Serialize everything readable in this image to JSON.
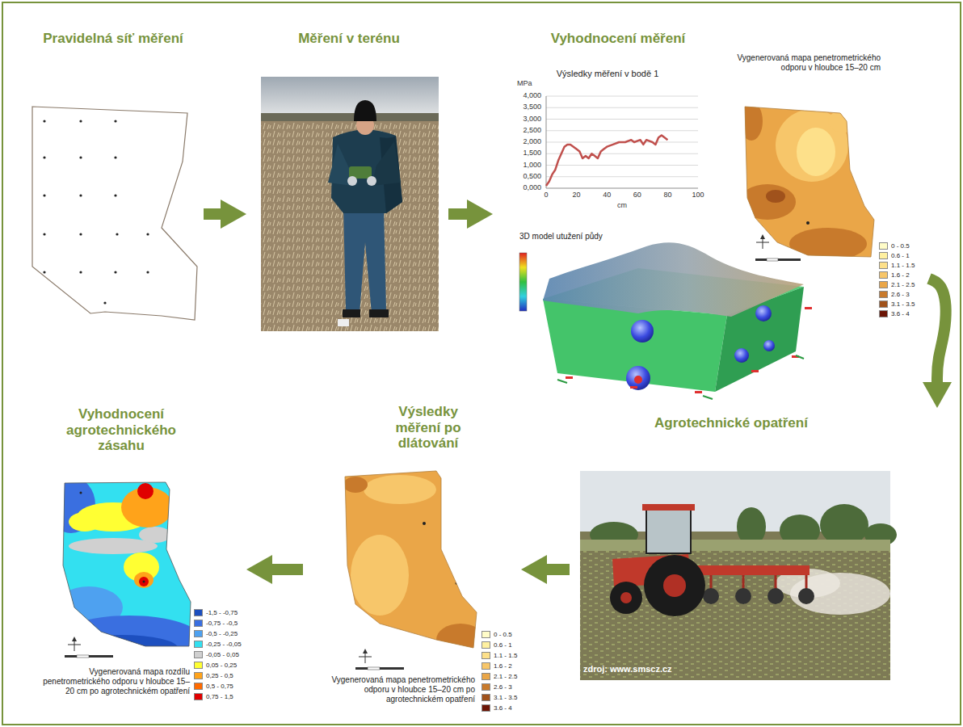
{
  "diagram": {
    "nodes": [
      {
        "text": [
          "Pravidelná síť měření"
        ]
      },
      {
        "text": [
          "Měření v terénu"
        ]
      },
      {
        "text": [
          "Vyhodnocení měření"
        ]
      },
      {
        "text": [
          "Agrotechnické opatření"
        ]
      },
      {
        "text": [
          "Výsledky měření po dlátování",
          "Vygenerovaná mapa penetrometrického odporu v hloubce 15–20 cm po agrotechnickém opatření"
        ]
      },
      {
        "text": [
          "Vyhodnocení agrotechnického zásahu",
          "Vygenerovaná mapa rozdílu penetrometrického odporu v hloubce 15–20 cm po agrotechnickém opatření"
        ]
      }
    ],
    "edges": [
      {
        "from": 0,
        "to": 1,
        "arrow": "to"
      },
      {
        "from": 1,
        "to": 2,
        "arrow": "to"
      },
      {
        "from": 2,
        "to": 3,
        "arrow": "to"
      },
      {
        "from": 3,
        "to": 4,
        "arrow": "to"
      },
      {
        "from": 4,
        "to": 5,
        "arrow": "to"
      }
    ],
    "labels": [
      "Výsledky měření v bodě 1",
      "MPa",
      "4,000",
      "3,500",
      "3,000",
      "2,500",
      "2,000",
      "1,500",
      "1,000",
      "0,500",
      "0,000",
      "0",
      "20",
      "40",
      "60",
      "80",
      "100",
      "cm",
      "Vygenerovaná mapa penetrometrického odporu v hloubce 15–20 cm",
      "3D model utužení půdy",
      "zdroj: www.smscz.cz"
    ],
    "legend": [
      {
        "text": "0 - 0.5",
        "color": "#fffcc8"
      },
      {
        "text": "0.6 - 1",
        "color": "#fff0a0"
      },
      {
        "text": "1.1 - 1.5",
        "color": "#fde08a"
      },
      {
        "text": "1.6 - 2",
        "color": "#f7c66a"
      },
      {
        "text": "2.1 - 2.5",
        "color": "#eaa648"
      },
      {
        "text": "2.6 - 3",
        "color": "#c87a2c"
      },
      {
        "text": "3.1 - 3.5",
        "color": "#a0521c"
      },
      {
        "text": "3.6 - 4",
        "color": "#6b1505"
      },
      {
        "text": "0 - 0.5",
        "color": "#fffcc8"
      },
      {
        "text": "0.6 - 1",
        "color": "#fff0a0"
      },
      {
        "text": "1.1 - 1.5",
        "color": "#fde08a"
      },
      {
        "text": "1.6 - 2",
        "color": "#f7c66a"
      },
      {
        "text": "2.1 - 2.5",
        "color": "#eaa648"
      },
      {
        "text": "2.6 - 3",
        "color": "#c87a2c"
      },
      {
        "text": "3.1 - 3.5",
        "color": "#a0521c"
      },
      {
        "text": "3.6 - 4",
        "color": "#6b1505"
      },
      {
        "text": "-1,5 - -0,75",
        "color": "#1d4fbf"
      },
      {
        "text": "-0,75 - -0,5",
        "color": "#3a6fe0"
      },
      {
        "text": "-0,5 - -0,25",
        "color": "#4ea1f0"
      },
      {
        "text": "-0,25 - -0,05",
        "color": "#33e0f0"
      },
      {
        "text": "-0,05 - 0,05",
        "color": "#d0d0d0"
      },
      {
        "text": "0,05 - 0,25",
        "color": "#ffff33"
      },
      {
        "text": "0,25 - 0,5",
        "color": "#ffa31a"
      },
      {
        "text": "0,5 - 0,75",
        "color": "#ff6a00"
      },
      {
        "text": "0,75 - 1,5",
        "color": "#e00000"
      }
    ]
  }
}
